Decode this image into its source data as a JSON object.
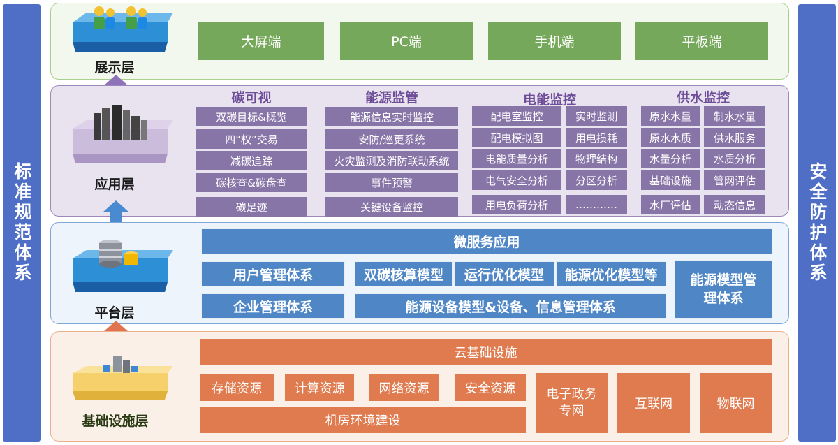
{
  "left_bar": "标准规范体系",
  "right_bar": "安全防护体系",
  "layers": {
    "show": {
      "label": "展示层",
      "items": [
        "大屏端",
        "PC端",
        "手机端",
        "平板端"
      ]
    },
    "app": {
      "label": "应用层",
      "groups": [
        {
          "title": "碳可视",
          "items": [
            "双碳目标&概览",
            "四“权”交易",
            "减碳追踪",
            "碳核查&碳盘查",
            "碳足迹"
          ]
        },
        {
          "title": "能源监管",
          "items": [
            "能源信息实时监控",
            "安防/巡更系统",
            "火灾监测及消防联动系统",
            "事件预警",
            "关键设备监控"
          ]
        },
        {
          "title": "电能监控",
          "items": [
            "配电室监控",
            "实时监测",
            "配电模拟图",
            "用电损耗",
            "电能质量分析",
            "物理结构",
            "电气安全分析",
            "分区分析",
            "用电负荷分析",
            "…………"
          ]
        },
        {
          "title": "供水监控",
          "items": [
            "原水水量",
            "制水水量",
            "原水水质",
            "供水服务",
            "水量分析",
            "水质分析",
            "基础设施",
            "管网评估",
            "水厂评估",
            "动态信息"
          ]
        }
      ]
    },
    "platform": {
      "label": "平台层",
      "microservice": "微服务应用",
      "user_mgmt": "用户管理体系",
      "enterprise_mgmt": "企业管理体系",
      "dual_carbon_model": "双碳核算模型",
      "ops_model": "运行优化模型",
      "energy_opt_model": "能源优化模型等",
      "device_model": "能源设备模型&设备、信息管理体系",
      "energy_model_mgmt": "能源模型管理体系"
    },
    "infra": {
      "label": "基础设施层",
      "cloud": "云基础设施",
      "resources": [
        "存储资源",
        "计算资源",
        "网络资源",
        "安全资源"
      ],
      "machine_room": "机房环境建设",
      "egov": "电子政务专网",
      "internet": "互联网",
      "iot": "物联网"
    }
  },
  "colors": {
    "side": "#4f6fc6",
    "green": "#75a85a",
    "purple": "#8875a8",
    "blue": "#4f86c6",
    "orange": "#e07b4f"
  }
}
